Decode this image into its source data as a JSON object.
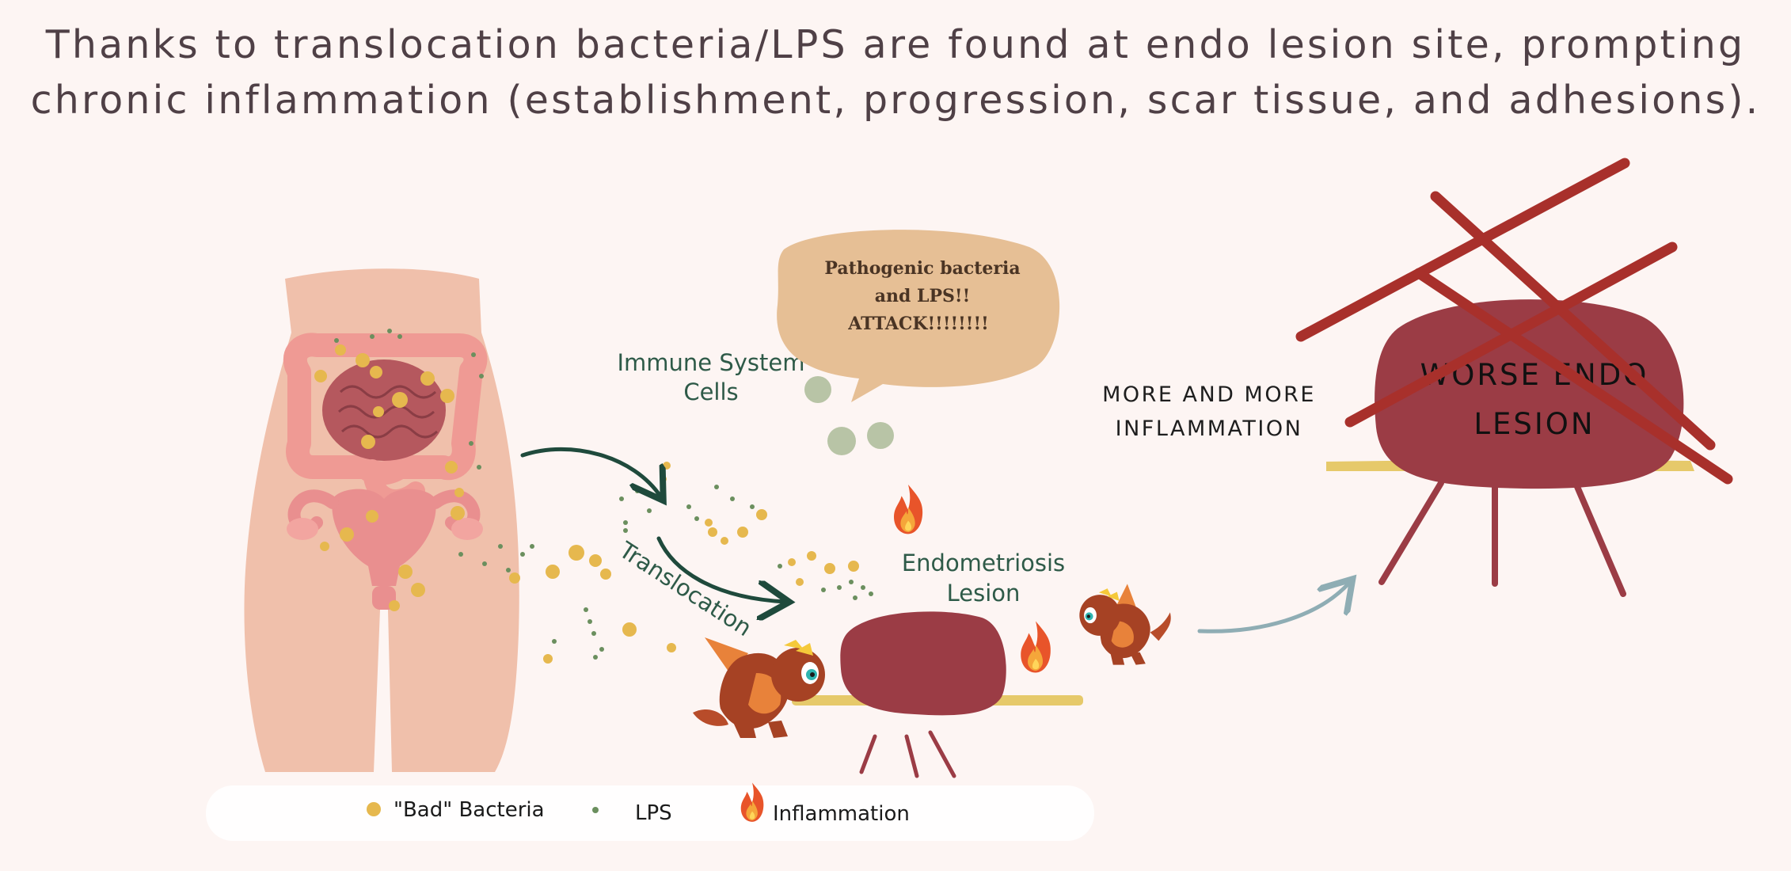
{
  "title": {
    "line1": "Thanks to translocation bacteria/LPS are found at endo lesion site, prompting",
    "line2": "chronic inflammation (establishment, progression, scar tissue, and adhesions)."
  },
  "labels": {
    "immune_line1": "Immune System",
    "immune_line2": "Cells",
    "translocation": "Translocation",
    "lesion_line1": "Endometriosis",
    "lesion_line2": "Lesion",
    "more_line1": "MORE AND MORE",
    "more_line2": "INFLAMMATION",
    "worse_line1": "WORSE ENDO",
    "worse_line2": "LESION"
  },
  "speech_bubble": {
    "line1": "Pathogenic bacteria",
    "line2": "and LPS!!",
    "line3": "ATTACK!!!!!!!!"
  },
  "legend": {
    "bacteria": "\"Bad\" Bacteria",
    "lps": "LPS",
    "inflammation": "Inflammation"
  },
  "colors": {
    "bacteria": "#e6b84e",
    "lps": "#6b8f5e",
    "lesion": "#9b3c45",
    "cross": "#a8302b",
    "arrow_dark": "#1f4a3c",
    "arrow_light": "#8fadb4",
    "immune_cell": "#b8c4a6",
    "bubble": "#e6bf95",
    "body": "#f0c0ab"
  },
  "icons": {
    "fire": "fire-icon",
    "dragon": "dragon-mascot-icon"
  }
}
